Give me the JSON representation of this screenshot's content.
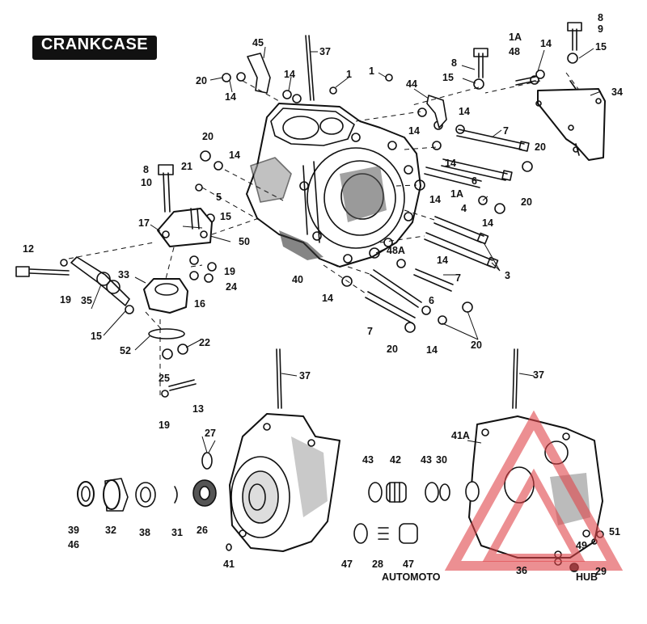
{
  "title": "CRANKCASE",
  "watermark": {
    "auto": "AUTOMOTO",
    "hub": "HUB",
    "auto_color": "#f4b183",
    "hub_color": "#222222",
    "logo_color": "#e0454a"
  },
  "callouts": [
    {
      "id": "c45",
      "text": "45"
    },
    {
      "id": "c37a",
      "text": "37"
    },
    {
      "id": "c20a",
      "text": "20"
    },
    {
      "id": "c14a",
      "text": "14"
    },
    {
      "id": "c14b",
      "text": "14"
    },
    {
      "id": "c1a",
      "text": "1"
    },
    {
      "id": "c1b",
      "text": "1"
    },
    {
      "id": "c44",
      "text": "44"
    },
    {
      "id": "c8a",
      "text": "8"
    },
    {
      "id": "c15a",
      "text": "15"
    },
    {
      "id": "c1Aa",
      "text": "1A"
    },
    {
      "id": "c48a",
      "text": "48"
    },
    {
      "id": "c14c",
      "text": "14"
    },
    {
      "id": "c8b",
      "text": "8"
    },
    {
      "id": "c9",
      "text": "9"
    },
    {
      "id": "c15b",
      "text": "15"
    },
    {
      "id": "c34",
      "text": "34"
    },
    {
      "id": "c14d",
      "text": "14"
    },
    {
      "id": "c14e",
      "text": "14"
    },
    {
      "id": "c7a",
      "text": "7"
    },
    {
      "id": "c20b",
      "text": "20"
    },
    {
      "id": "c14f",
      "text": "14"
    },
    {
      "id": "c6a",
      "text": "6"
    },
    {
      "id": "c1Ab",
      "text": "1A"
    },
    {
      "id": "c14g",
      "text": "14"
    },
    {
      "id": "c4",
      "text": "4"
    },
    {
      "id": "c14h",
      "text": "14"
    },
    {
      "id": "c20c",
      "text": "20"
    },
    {
      "id": "c20d",
      "text": "20"
    },
    {
      "id": "c14i",
      "text": "14"
    },
    {
      "id": "c8c",
      "text": "8"
    },
    {
      "id": "c21",
      "text": "21"
    },
    {
      "id": "c10",
      "text": "10"
    },
    {
      "id": "c5",
      "text": "5"
    },
    {
      "id": "c15c",
      "text": "15"
    },
    {
      "id": "c17",
      "text": "17"
    },
    {
      "id": "c50",
      "text": "50"
    },
    {
      "id": "c12",
      "text": "12"
    },
    {
      "id": "c19a",
      "text": "19"
    },
    {
      "id": "c24",
      "text": "24"
    },
    {
      "id": "c33",
      "text": "33"
    },
    {
      "id": "c19b",
      "text": "19"
    },
    {
      "id": "c35",
      "text": "35"
    },
    {
      "id": "c16",
      "text": "16"
    },
    {
      "id": "c40",
      "text": "40"
    },
    {
      "id": "c48A",
      "text": "48A"
    },
    {
      "id": "c14j",
      "text": "14"
    },
    {
      "id": "c3",
      "text": "3"
    },
    {
      "id": "c7b",
      "text": "7"
    },
    {
      "id": "c14k",
      "text": "14"
    },
    {
      "id": "c6b",
      "text": "6"
    },
    {
      "id": "c7c",
      "text": "7"
    },
    {
      "id": "c15d",
      "text": "15"
    },
    {
      "id": "c20e",
      "text": "20"
    },
    {
      "id": "c14l",
      "text": "14"
    },
    {
      "id": "c20f",
      "text": "20"
    },
    {
      "id": "c52",
      "text": "52"
    },
    {
      "id": "c22",
      "text": "22"
    },
    {
      "id": "c25",
      "text": "25"
    },
    {
      "id": "c13",
      "text": "13"
    },
    {
      "id": "c19c",
      "text": "19"
    },
    {
      "id": "c37b",
      "text": "37"
    },
    {
      "id": "c37c",
      "text": "37"
    },
    {
      "id": "c27",
      "text": "27"
    },
    {
      "id": "c41A",
      "text": "41A"
    },
    {
      "id": "c43a",
      "text": "43"
    },
    {
      "id": "c42",
      "text": "42"
    },
    {
      "id": "c43b",
      "text": "43"
    },
    {
      "id": "c30",
      "text": "30"
    },
    {
      "id": "c39",
      "text": "39"
    },
    {
      "id": "c46",
      "text": "46"
    },
    {
      "id": "c32",
      "text": "32"
    },
    {
      "id": "c38",
      "text": "38"
    },
    {
      "id": "c31",
      "text": "31"
    },
    {
      "id": "c26",
      "text": "26"
    },
    {
      "id": "c41",
      "text": "41"
    },
    {
      "id": "c47a",
      "text": "47"
    },
    {
      "id": "c28",
      "text": "28"
    },
    {
      "id": "c47b",
      "text": "47"
    },
    {
      "id": "c49",
      "text": "49"
    },
    {
      "id": "c51",
      "text": "51"
    },
    {
      "id": "c36",
      "text": "36"
    },
    {
      "id": "c29",
      "text": "29"
    }
  ]
}
